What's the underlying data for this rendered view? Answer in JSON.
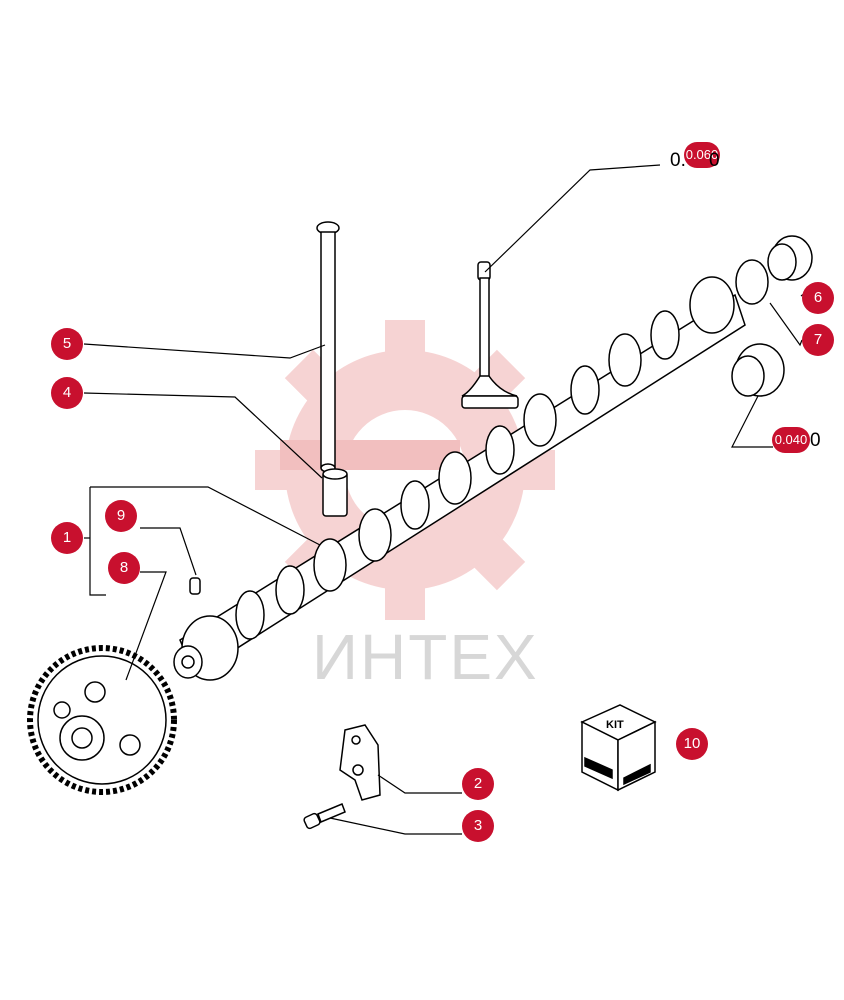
{
  "colors": {
    "callout": "#c8102e",
    "watermark_gear": "#f5c9c9",
    "watermark_text": "#d7d7d7",
    "line": "#000000"
  },
  "watermark": {
    "text": "ИНТЕХ"
  },
  "callouts": [
    {
      "id": "1",
      "label": "1"
    },
    {
      "id": "2",
      "label": "2"
    },
    {
      "id": "3",
      "label": "3"
    },
    {
      "id": "4",
      "label": "4"
    },
    {
      "id": "5",
      "label": "5"
    },
    {
      "id": "6",
      "label": "6"
    },
    {
      "id": "7",
      "label": "7"
    },
    {
      "id": "8",
      "label": "8"
    },
    {
      "id": "9",
      "label": "9"
    },
    {
      "id": "10",
      "label": "10"
    }
  ],
  "codes": [
    {
      "text": "0.060",
      "suffix": "0",
      "prefix": "0."
    },
    {
      "text": "0.040",
      "suffix": "0",
      "prefix": ""
    }
  ],
  "kit": {
    "label": "KIT"
  }
}
